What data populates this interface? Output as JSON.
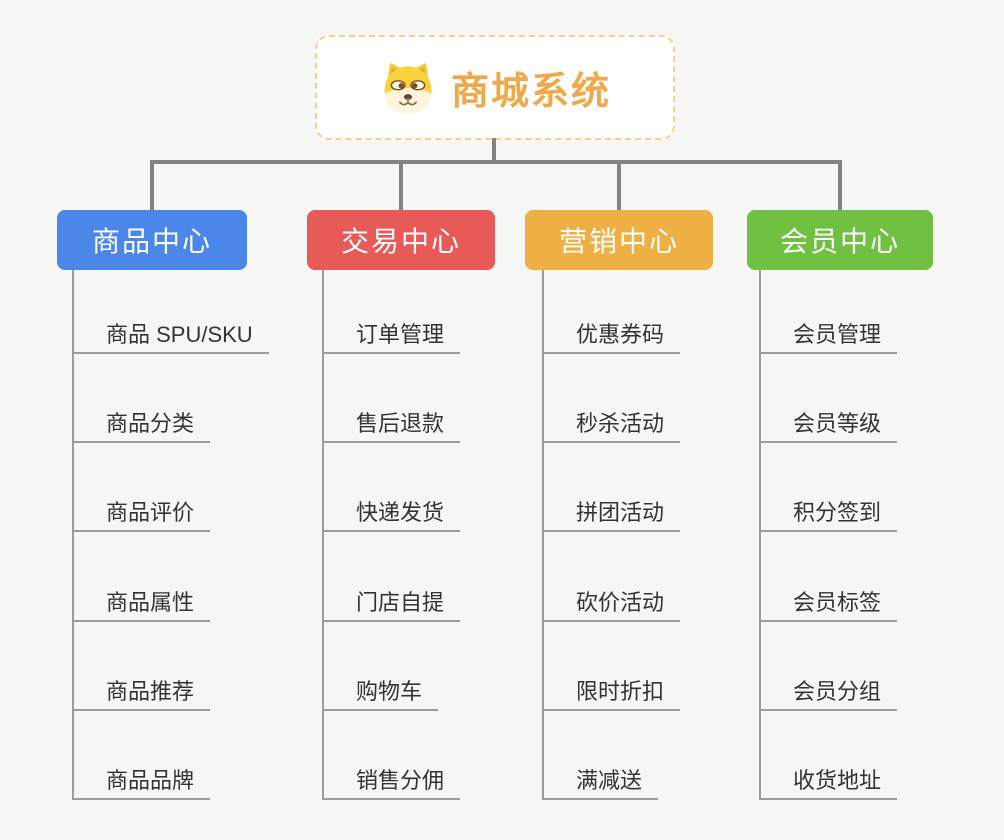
{
  "root": {
    "title": "商城系统",
    "icon": "shiba-dog-icon",
    "title_color": "#efa94b",
    "border_color": "#f5cf8e"
  },
  "branches": [
    {
      "label": "商品中心",
      "color": "#4a87e8",
      "items": [
        "商品 SPU/SKU",
        "商品分类",
        "商品评价",
        "商品属性",
        "商品推荐",
        "商品品牌"
      ]
    },
    {
      "label": "交易中心",
      "color": "#e85a57",
      "items": [
        "订单管理",
        "售后退款",
        "快递发货",
        "门店自提",
        "购物车",
        "销售分佣"
      ]
    },
    {
      "label": "营销中心",
      "color": "#eeb043",
      "items": [
        "优惠券码",
        "秒杀活动",
        "拼团活动",
        "砍价活动",
        "限时折扣",
        "满减送"
      ]
    },
    {
      "label": "会员中心",
      "color": "#70c142",
      "items": [
        "会员管理",
        "会员等级",
        "积分签到",
        "会员标签",
        "会员分组",
        "收货地址"
      ]
    }
  ],
  "style": {
    "connector_color": "#838383",
    "item_line_color": "#9b9b9b",
    "item_text_color": "#333333",
    "background": "#f6f6f4"
  }
}
